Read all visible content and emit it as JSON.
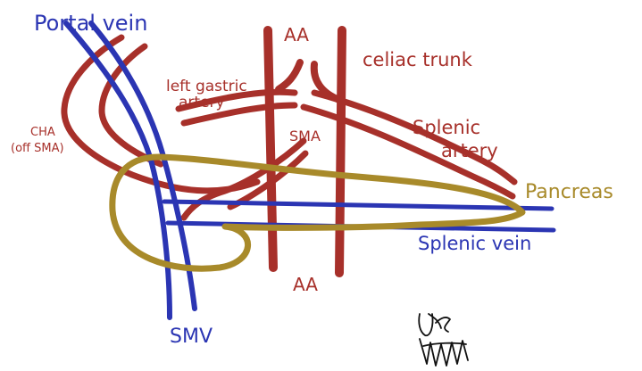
{
  "colors": {
    "artery": "#a7302a",
    "vein": "#2b35b3",
    "pancreas": "#a88a2a",
    "ink": "#111111",
    "background": "#ffffff"
  },
  "labels": {
    "portal_vein": "Portal vein",
    "aa_top": "AA",
    "aa_bottom": "AA",
    "celiac_trunk": "celiac trunk",
    "left_gastric_line1": "left gastric",
    "left_gastric_line2": "artery",
    "cha_line1": "CHA",
    "cha_line2": "(off SMA)",
    "sma": "SMA",
    "splenic_artery_line1": "Splenic",
    "splenic_artery_line2": "artery",
    "pancreas": "Pancreas",
    "splenic_vein": "Splenic vein",
    "smv": "SMV"
  },
  "signature": {
    "initials": "JR",
    "note": "handwritten signature"
  }
}
